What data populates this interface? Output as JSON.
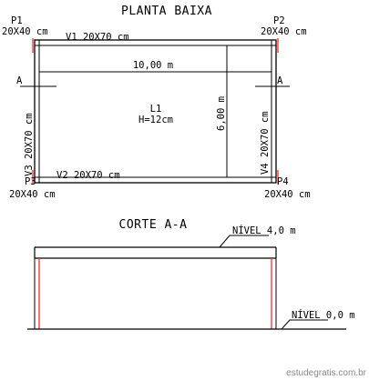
{
  "plan": {
    "title": "PLANTA BAIXA",
    "columns": [
      {
        "id": "P1",
        "size": "20X40 cm"
      },
      {
        "id": "P2",
        "size": "20X40 cm"
      },
      {
        "id": "P3",
        "size": "20X40 cm"
      },
      {
        "id": "P4",
        "size": "20X40 cm"
      }
    ],
    "beams": {
      "v1": "V1 20X70 cm",
      "v2": "V2 20X70 cm",
      "v3": "V3 20X70 cm",
      "v4": "V4 20X70 cm"
    },
    "slab": {
      "name": "L1",
      "thickness": "H=12cm"
    },
    "dim_horizontal": "10,00 m",
    "dim_vertical": "6,00 m",
    "cut_mark": "A"
  },
  "section": {
    "title": "CORTE A-A",
    "level_top": "NÍVEL 4,0 m",
    "level_bottom": "NÍVEL 0,0 m"
  },
  "watermark": "estudegratis.com.br",
  "colors": {
    "line": "#000000",
    "column": "#ff2a2a",
    "watermark": "#8a8a8a"
  }
}
